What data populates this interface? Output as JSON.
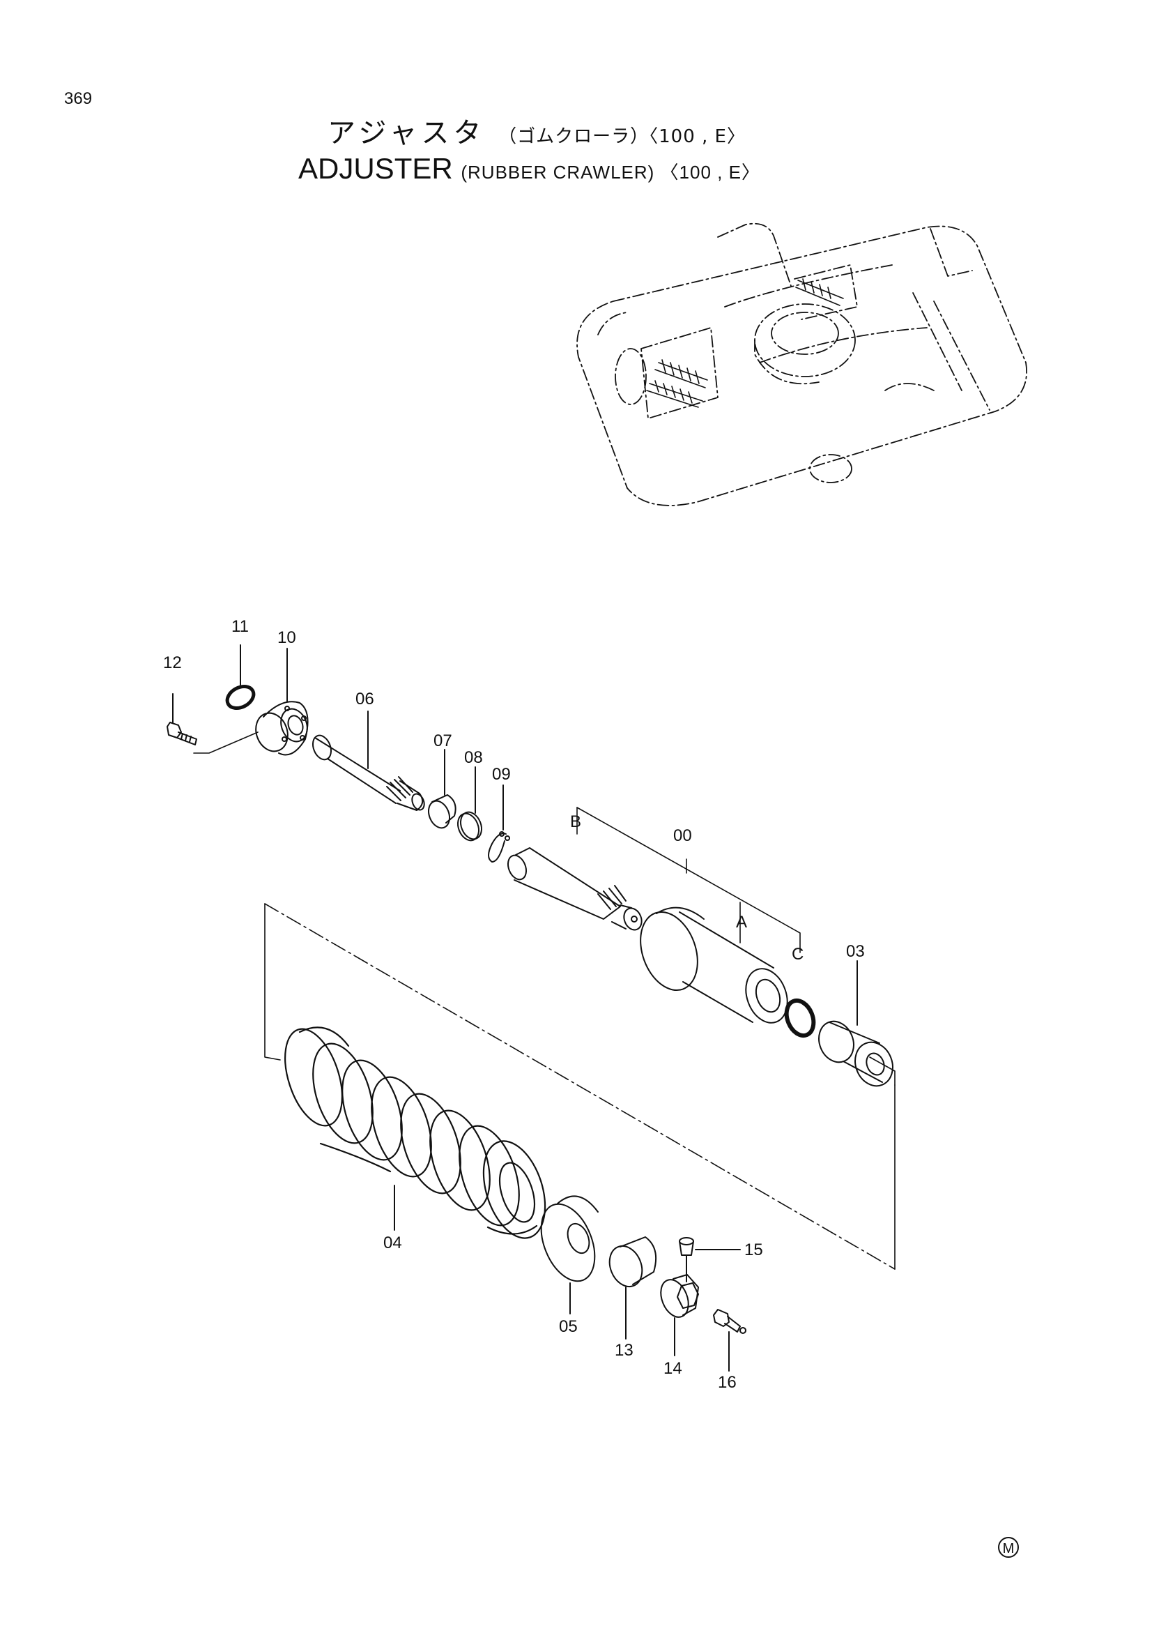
{
  "page_number": "369",
  "title_jp": {
    "main": "アジャスタ",
    "sub": "（ゴムクローラ）〈100 , E〉"
  },
  "title_en": {
    "main": "ADJUSTER",
    "sub": "(RUBBER CRAWLER) 〈100 , E〉"
  },
  "part_labels": {
    "p11": "11",
    "p10": "10",
    "p12": "12",
    "p06": "06",
    "p07": "07",
    "p08": "08",
    "p09": "09",
    "pB": "B",
    "p00": "00",
    "pA": "A",
    "pC": "C",
    "p03": "03",
    "p04": "04",
    "p05": "05",
    "p13": "13",
    "p14": "14",
    "p15": "15",
    "p16": "16"
  },
  "footer_mark": "M",
  "colors": {
    "line": "#111111",
    "background": "#ffffff"
  },
  "icons": {
    "footer_mark": "circled-letter-icon"
  }
}
